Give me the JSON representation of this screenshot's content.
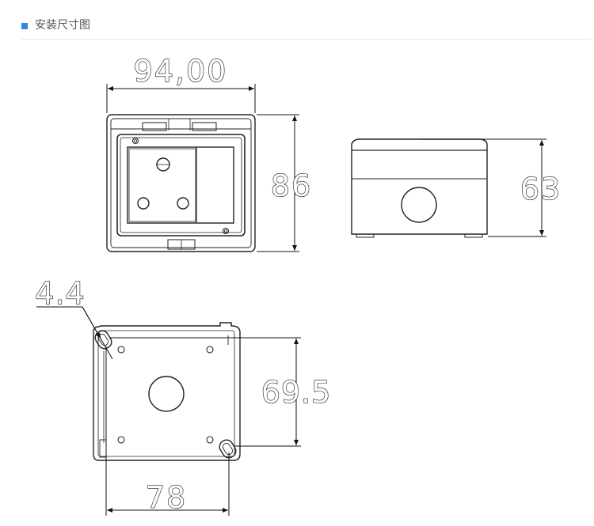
{
  "header": {
    "title": "安装尺寸图",
    "marker_color": "#2e8ad8"
  },
  "dimensions": {
    "front_width": "94,00",
    "front_height": "86",
    "side_height": "63",
    "hole_diameter": "4.4",
    "mount_vertical": "69.5",
    "mount_horizontal": "78"
  }
}
